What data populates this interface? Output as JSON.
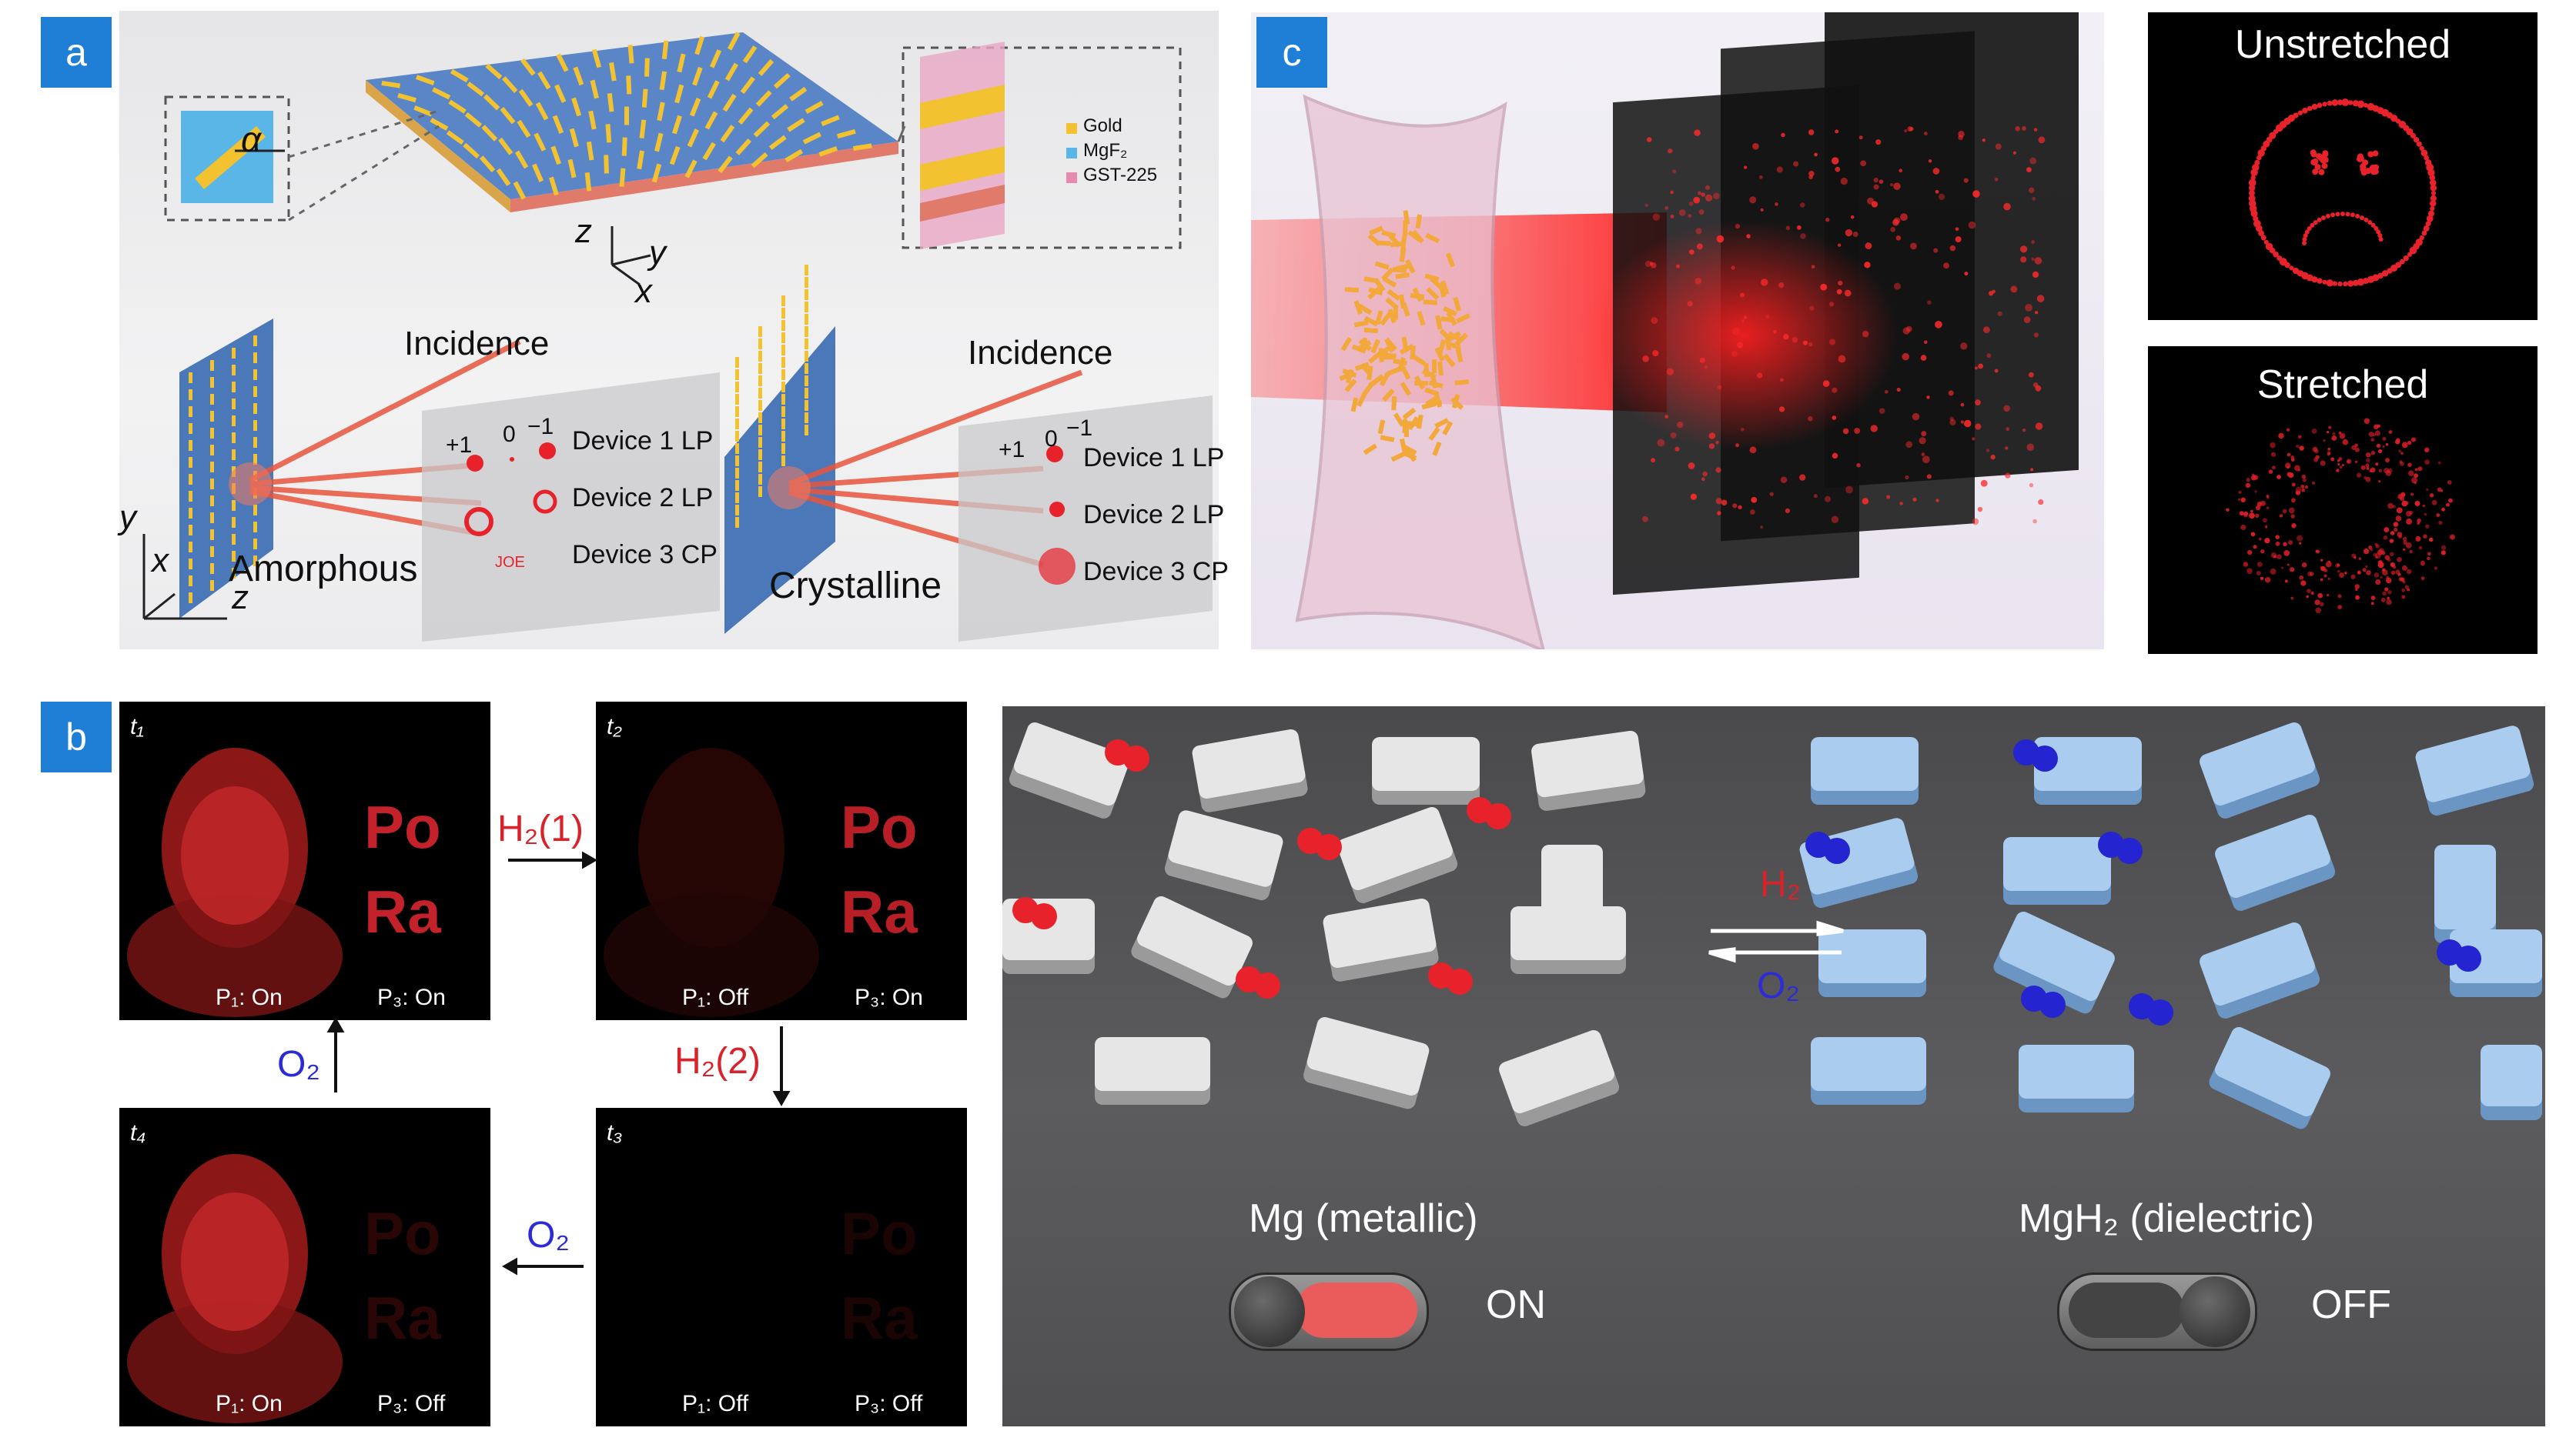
{
  "tags": {
    "a": "a",
    "b": "b",
    "c": "c"
  },
  "panel_a": {
    "alpha": "α",
    "legend": [
      "Gold",
      "MgF₂",
      "GST-225"
    ],
    "legend_colors": [
      "#f2c230",
      "#5ab6e6",
      "#e88ab0"
    ],
    "axes_top": {
      "z": "z",
      "y": "y",
      "x": "x"
    },
    "axes_left": {
      "y": "y",
      "x": "x",
      "z": "z"
    },
    "incidence_left": "Incidence",
    "incidence_right": "Incidence",
    "orders_left": [
      "+1",
      "0",
      "−1"
    ],
    "orders_right": [
      "+1",
      "0",
      "−1"
    ],
    "devices_left": [
      "Device 1 LP",
      "Device 2 LP",
      "Device 3 CP"
    ],
    "devices_right": [
      "Device 1 LP",
      "Device 2 LP",
      "Device 3 CP"
    ],
    "joe": "JOE",
    "state_left": "Amorphous",
    "state_right": "Crystalline"
  },
  "panel_b_left": {
    "frames": [
      {
        "t": "t₁",
        "p1": "P₁: On",
        "p3": "P₃: On",
        "text": [
          "Po",
          "Ra"
        ]
      },
      {
        "t": "t₂",
        "p1": "P₁: Off",
        "p3": "P₃: On",
        "text": [
          "Po",
          "Ra"
        ]
      },
      {
        "t": "t₄",
        "p1": "P₁: On",
        "p3": "P₃: Off",
        "text": [
          "Po",
          "Ra"
        ]
      },
      {
        "t": "t₃",
        "p1": "P₁: Off",
        "p3": "P₃: Off",
        "text": [
          "Po",
          "Ra"
        ]
      }
    ],
    "arrows": {
      "h2_1": "H₂(1)",
      "h2_2": "H₂(2)",
      "o2_bottom": "O₂",
      "o2_left": "O₂"
    }
  },
  "panel_b_right": {
    "h2": "H₂",
    "o2": "O₂",
    "left_label": "Mg (metallic)",
    "right_label": "MgH₂ (dielectric)",
    "left_state": "ON",
    "right_state": "OFF"
  },
  "panel_c": {
    "unstretched": "Unstretched",
    "stretched": "Stretched"
  },
  "colors": {
    "tag": "#1f7fd6",
    "red": "#e8222a",
    "blue": "#2b2bd8"
  }
}
